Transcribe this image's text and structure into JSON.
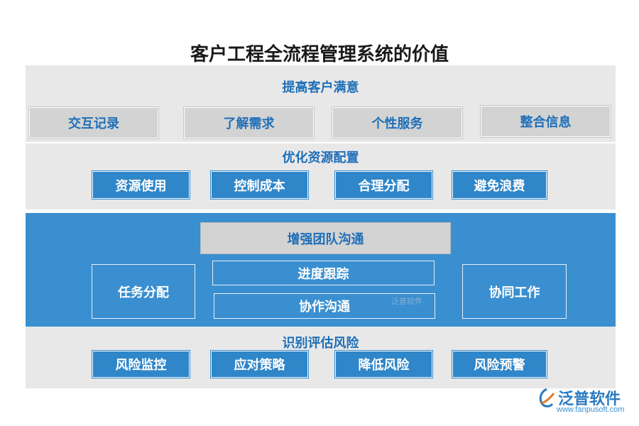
{
  "title": "客户工程全流程管理系统的价值",
  "sections": {
    "satisfaction": {
      "heading": "提高客户满意",
      "items": [
        "交互记录",
        "了解需求",
        "个性服务",
        "整合信息"
      ]
    },
    "resources": {
      "heading": "优化资源配置",
      "items": [
        "资源使用",
        "控制成本",
        "合理分配",
        "避免浪费"
      ]
    },
    "team": {
      "heading": "增强团队沟通",
      "left": "任务分配",
      "center_top": "进度跟踪",
      "center_bottom": "协作沟通",
      "right": "协同工作"
    },
    "risk": {
      "heading": "识别评估风险",
      "items": [
        "风险监控",
        "应对策略",
        "降低风险",
        "风险预警"
      ]
    }
  },
  "watermark": "泛普软件",
  "brand": {
    "name": "泛普软件",
    "url": "www.fanpusoft.com"
  },
  "colors": {
    "accent_blue": "#3a8fd0",
    "box_blue": "#2f86c9",
    "panel_gray": "#e8e8e8",
    "box_gray": "#d3d3d3",
    "heading_blue": "#1f6fb8"
  }
}
